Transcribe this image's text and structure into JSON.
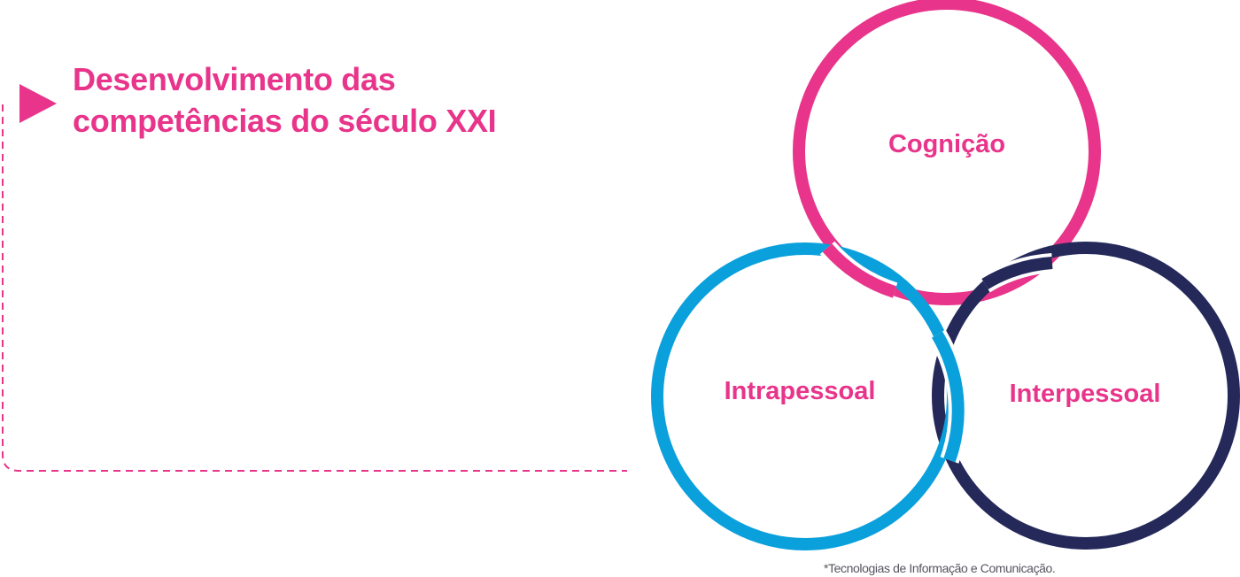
{
  "heading": {
    "line1": "Desenvolvimento das",
    "line2": "competências do século XXI"
  },
  "circles": {
    "top": {
      "label": "Cognição",
      "color": "#e8348a"
    },
    "left": {
      "label": "Intrapessoal",
      "color": "#0aa0dc"
    },
    "right": {
      "label": "Interpessoal",
      "color": "#24295a"
    }
  },
  "footnote": "*Tecnologias de Informação e Comunicação.",
  "colors": {
    "accent": "#e8348a",
    "frame_line": "#e8348a",
    "label_text": "#e8348a"
  },
  "icons": {
    "marker": "play-triangle-icon"
  }
}
